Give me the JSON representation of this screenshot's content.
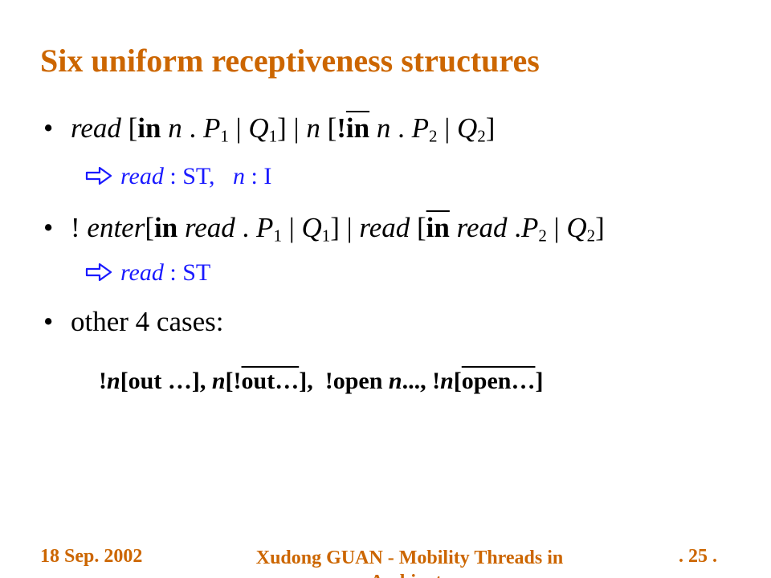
{
  "slide": {
    "title": "Six uniform receptiveness structures"
  },
  "bullets": {
    "b1": {
      "read": "read",
      "lb": " [",
      "in": "in",
      "n": " n",
      "dot": " . ",
      "P": "P",
      "s1": "1",
      "bar1": " | ",
      "Q": "Q",
      "s2": "1",
      "mid": "] | ",
      "n2": "n",
      "lb2": " [",
      "excl": "!",
      "in2": "in",
      "n3": " n",
      "dot2": " . ",
      "P2": "P",
      "s3": "2",
      "bar2": " | ",
      "Q2": "Q",
      "s4": "2",
      "rb": "]"
    },
    "s1": {
      "read": "read",
      "t1": " : ST,   ",
      "n": "n",
      "t2": " : I"
    },
    "b2": {
      "pre": "! ",
      "enter": "enter",
      "lb": "[",
      "in": "in",
      "read": " read",
      "dot": " . ",
      "P": "P",
      "s1": "1",
      "bar1": " | ",
      "Q": "Q",
      "s2": "1",
      "mid": "] | ",
      "read2": "read",
      "lb2": " [",
      "in2": "in",
      "read3": " read",
      "dot2": " .",
      "P2": "P",
      "s3": "2",
      "bar2": " | ",
      "Q2": "Q",
      "s4": "2",
      "rb": "]"
    },
    "s2": {
      "read": "read",
      "t1": " : ST"
    },
    "b3": {
      "text": "other 4 cases:"
    }
  },
  "cases": {
    "c1a": "!",
    "c1n": "n",
    "c1b": "[out …], ",
    "c2n": "n",
    "c2a": "[!",
    "c2o": "out…",
    "c2b": "], ",
    "c3a": " !open ",
    "c3n": "n",
    "c3b": "..., ",
    "c4a": "!",
    "c4n": "n",
    "c4b": "[",
    "c4o": "open…",
    "c4c": "]"
  },
  "footer": {
    "date": "18 Sep. 2002",
    "author": "Xudong GUAN - Mobility Threads in Ambients",
    "page": ". 25 ."
  },
  "colors": {
    "title": "#cc6600",
    "sub": "#1a1aff",
    "text": "#000000"
  },
  "icons": {
    "bullet": "bullet-dot",
    "arrow": "hollow-right-arrow-icon"
  }
}
